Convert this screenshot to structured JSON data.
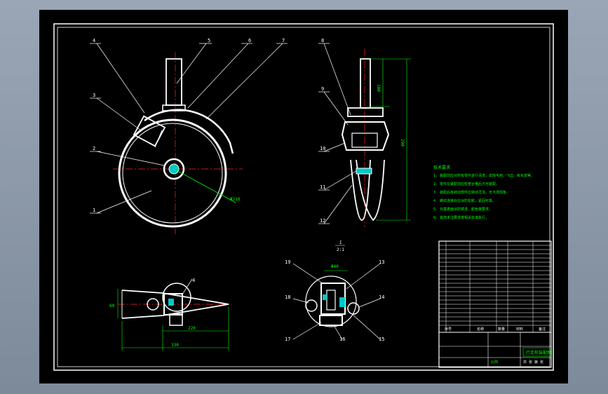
{
  "drawing": {
    "balloons_main": [
      "4",
      "5",
      "6",
      "7",
      "3",
      "2",
      "1"
    ],
    "balloons_side": [
      "8",
      "9",
      "10",
      "11",
      "12"
    ],
    "balloons_detail": [
      "19",
      "13",
      "18",
      "14",
      "17",
      "16",
      "15"
    ],
    "balloon_bottom_left": "4",
    "dim_diameter": "Φ210",
    "dim_side_top": "100",
    "dim_side_total": "290",
    "dim_bottom_height": "60",
    "dim_bottom_inner": "220",
    "dim_bottom_total": "330",
    "dim_detail_width": "Φ40",
    "section_label_letter": "I",
    "section_label_scale": "2:1"
  },
  "notes": {
    "title": "技术要求",
    "lines": [
      "1. 装配前应对所有零件进行清洗，去除毛刺、飞边、氧化皮等。",
      "2. 零件在装配前应检查合格后方可装配。",
      "3. 装配后各转动部件应转动灵活，无卡滞现象。",
      "4. 螺纹连接处应涂防松胶，紧固可靠。",
      "5. 外露表面涂防锈漆，颜色按要求。",
      "6. 其他未注要求按相关标准执行。"
    ]
  },
  "title_block": {
    "drawing_name": "行走轮装配图",
    "headers": [
      "序号",
      "名称",
      "数量",
      "材料",
      "备注"
    ],
    "scale_label": "比例",
    "sheet_label": "共 张 第 张"
  },
  "colors": {
    "background": "#000000",
    "line": "#ffffff",
    "centerline": "#ff0000",
    "dimension": "#00ff00",
    "section": "#00c8c8"
  }
}
